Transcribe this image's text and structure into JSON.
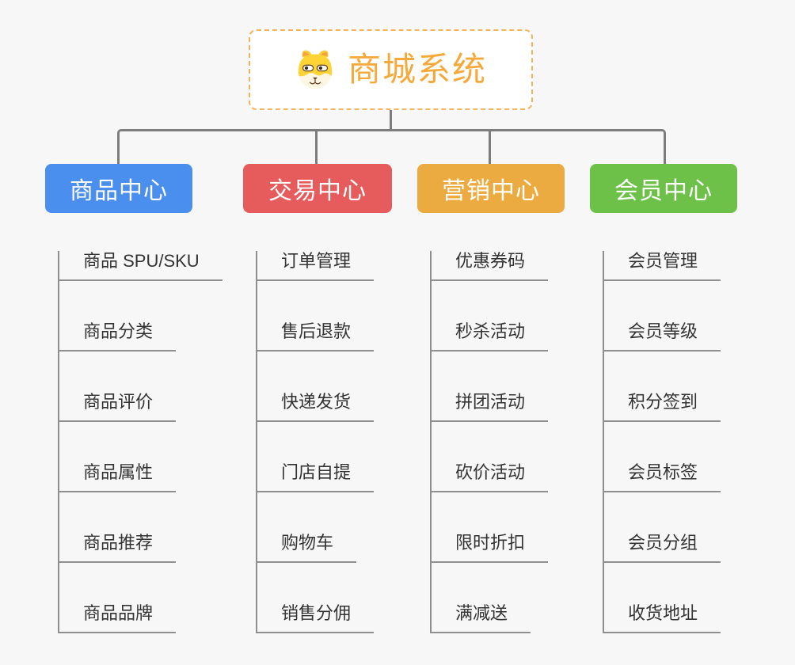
{
  "root": {
    "title": "商城系统",
    "icon": "dog-face-icon"
  },
  "branches": [
    {
      "id": "product-center",
      "label": "商品中心",
      "color": "#4a8eee",
      "items": [
        "商品 SPU/SKU",
        "商品分类",
        "商品评价",
        "商品属性",
        "商品推荐",
        "商品品牌"
      ]
    },
    {
      "id": "trade-center",
      "label": "交易中心",
      "color": "#e65b5b",
      "items": [
        "订单管理",
        "售后退款",
        "快递发货",
        "门店自提",
        "购物车",
        "销售分佣"
      ]
    },
    {
      "id": "marketing-center",
      "label": "营销中心",
      "color": "#ecab40",
      "items": [
        "优惠券码",
        "秒杀活动",
        "拼团活动",
        "砍价活动",
        "限时折扣",
        "满减送"
      ]
    },
    {
      "id": "member-center",
      "label": "会员中心",
      "color": "#6dc148",
      "items": [
        "会员管理",
        "会员等级",
        "积分签到",
        "会员标签",
        "会员分组",
        "收货地址"
      ]
    }
  ],
  "colors": {
    "background": "#f7f7f7",
    "connector": "#7d7d7d",
    "item_line": "#8f8f8f",
    "root_text": "#f6a93b",
    "root_border": "#f3b45f",
    "item_text": "#333333"
  }
}
